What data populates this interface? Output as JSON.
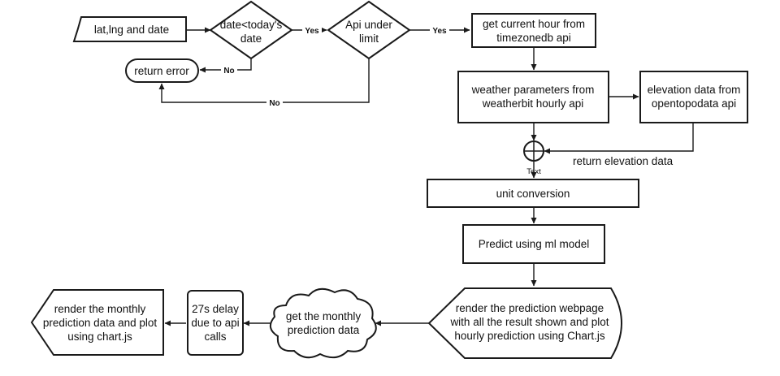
{
  "nodes": {
    "input": "lat,lng and date",
    "date_check": [
      "date<today's",
      "date"
    ],
    "api_limit": [
      "Api under",
      "limit"
    ],
    "return_error": "return error",
    "get_hour": [
      "get current hour from",
      "timezonedb api"
    ],
    "weather": [
      "weather parameters from",
      "weatherbit hourly api"
    ],
    "elevation": [
      "elevation data from",
      "opentopodata api"
    ],
    "sum_junction_label": "Text",
    "unit_conversion": "unit conversion",
    "predict": "Predict using ml model",
    "render_webpage": [
      "render the prediction webpage",
      "with all the result shown and plot",
      "hourly prediction using Chart.js"
    ],
    "get_monthly": [
      "get the monthly",
      "prediction data"
    ],
    "delay": [
      "27s delay",
      "due to api",
      "calls"
    ],
    "render_monthly": [
      "render the monthly",
      "prediction data  and plot",
      "using chart.js"
    ]
  },
  "edge_labels": {
    "yes_1": "Yes",
    "yes_2": "Yes",
    "no_1": "No",
    "no_2": "No",
    "return_elevation": "return elevation data"
  }
}
